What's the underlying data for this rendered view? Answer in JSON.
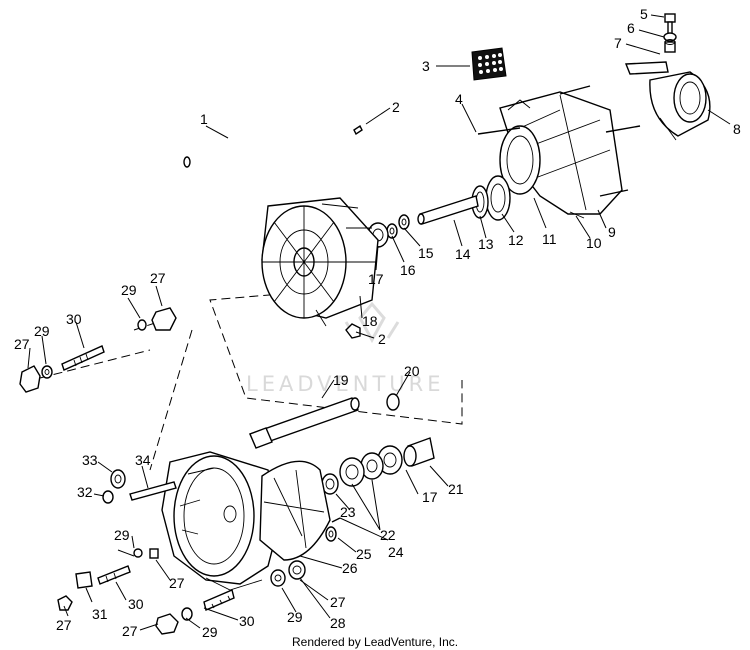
{
  "callouts": {
    "c1": "1",
    "c2a": "2",
    "c2b": "2",
    "c3": "3",
    "c4": "4",
    "c5": "5",
    "c6": "6",
    "c7": "7",
    "c8": "8",
    "c9": "9",
    "c10": "10",
    "c11": "11",
    "c12": "12",
    "c13": "13",
    "c14": "14",
    "c15": "15",
    "c16": "16",
    "c17a": "17",
    "c17b": "17",
    "c18": "18",
    "c19": "19",
    "c20": "20",
    "c21": "21",
    "c22": "22",
    "c23": "23",
    "c24": "24",
    "c25": "25",
    "c26": "26",
    "c27a": "27",
    "c27b": "27",
    "c27c": "27",
    "c27d": "27",
    "c27e": "27",
    "c27f": "27",
    "c28": "28",
    "c29a": "29",
    "c29b": "29",
    "c29c": "29",
    "c29d": "29",
    "c29e": "29",
    "c30a": "30",
    "c30b": "30",
    "c30c": "30",
    "c31": "31",
    "c32": "32",
    "c33": "33",
    "c34": "34"
  },
  "watermark": "LEADVENTURE",
  "credit": "Rendered by LeadVenture, Inc."
}
